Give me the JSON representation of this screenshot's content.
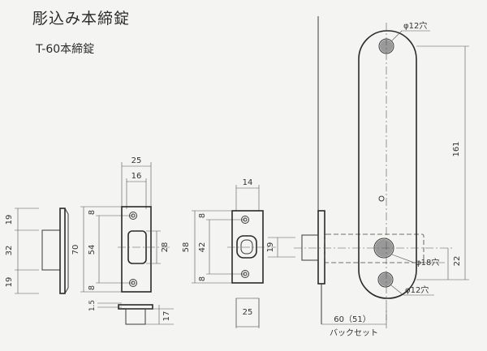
{
  "title": "彫込み本締錠",
  "subtitle": "T-60本締錠",
  "side_view": {
    "dims": [
      "19",
      "32",
      "19"
    ]
  },
  "case_front": {
    "top_width": "25",
    "top_inner": "16",
    "overall_height": "70",
    "bolt_pitch": "54",
    "end_margin_top": "8",
    "end_margin_bottom": "8",
    "bolt_height": "28",
    "under_small": "1.5",
    "under_depth": "17"
  },
  "strike": {
    "top_width": "14",
    "overall_height": "58",
    "screw_pitch": "42",
    "end_margin_top": "8",
    "end_margin_bottom": "8",
    "bolt_height": "19",
    "bottom_width": "25"
  },
  "escutcheon": {
    "top_hole": "φ12穴",
    "middle_hole": "φ18穴",
    "bottom_hole": "φ12穴",
    "height": "161",
    "offset": "22",
    "backset": "60（51）",
    "backset_label": "バックセット"
  }
}
